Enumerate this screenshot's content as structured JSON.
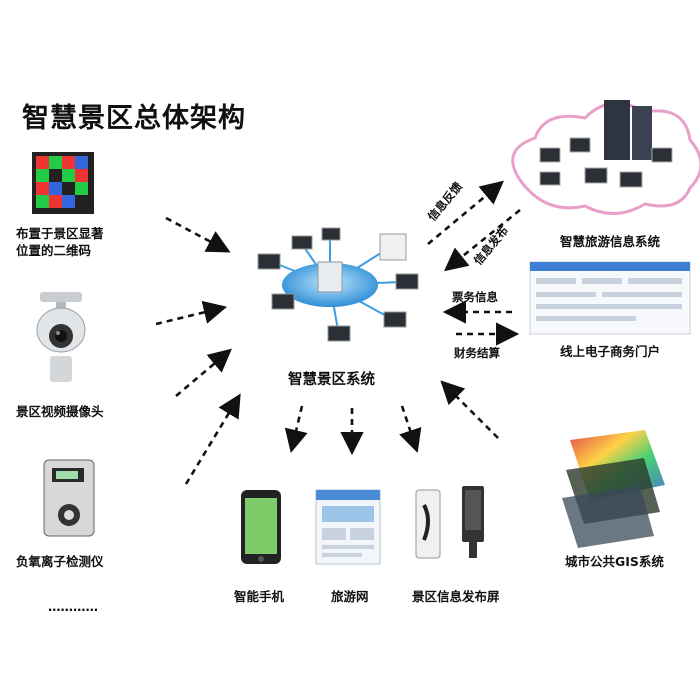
{
  "title": "智慧景区总体架构",
  "center": {
    "label": "智慧景区系统"
  },
  "left_items": [
    {
      "label_line1": "布置于景区显著",
      "label_line2": "位置的二维码"
    },
    {
      "label": "景区视频摄像头"
    },
    {
      "label": "负氧离子检测仪"
    },
    {
      "label": "…………"
    }
  ],
  "right_items": [
    {
      "label": "智慧旅游信息系统"
    },
    {
      "label": "线上电子商务门户"
    },
    {
      "label": "城市公共GIS系统"
    }
  ],
  "bottom_items": [
    {
      "label": "智能手机"
    },
    {
      "label": "旅游网"
    },
    {
      "label": "景区信息发布屏"
    }
  ],
  "arrow_labels": {
    "info_feedback": "信息反馈",
    "info_publish": "信息发布",
    "ticket_info": "票务信息",
    "finance_settlement": "财务结算"
  },
  "colors": {
    "hub": "#3a9ee0",
    "cloud_border": "#e8a0c8",
    "arrow": "#111111"
  }
}
